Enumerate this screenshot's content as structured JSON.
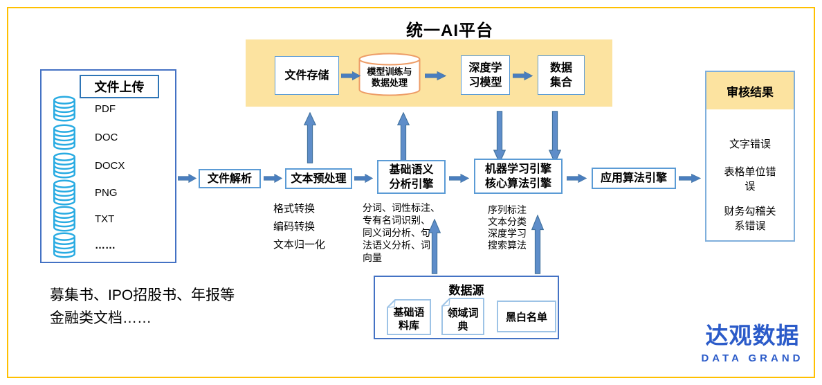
{
  "title": "统一AI平台",
  "platform": {
    "file_storage": "文件存储",
    "model_training": "模型训练与\n数据处理",
    "deep_learning": "深度学\n习模型",
    "data_collection": "数据\n集合"
  },
  "upload": {
    "title": "文件上传",
    "formats": [
      "PDF",
      "DOC",
      "DOCX",
      "PNG",
      "TXT",
      "……"
    ]
  },
  "flow": {
    "file_parse": "文件解析",
    "text_preprocess": "文本预处理",
    "semantic_engine": "基础语义\n分析引擎",
    "ml_engine": "机器学习引擎\n核心算法引擎",
    "app_engine": "应用算法引擎"
  },
  "notes": {
    "preprocess": "格式转换\n编码转换\n文本归一化",
    "semantic": "分词、词性标注、\n专有名词识别、\n同义词分析、句\n法语义分析、词\n向量",
    "ml": "序列标注\n文本分类\n深度学习\n搜索算法"
  },
  "datasource": {
    "title": "数据源",
    "items": [
      "基础语\n料库",
      "领域词\n典",
      "黑白名单"
    ]
  },
  "result": {
    "title": "审核结果",
    "items": [
      "文字错误",
      "表格单位错\n误",
      "财务勾稽关\n系错误"
    ]
  },
  "caption": "募集书、IPO招股书、年报等\n金融类文档……",
  "logo": {
    "cn": "达观数据",
    "en": "DATA GRAND"
  },
  "colors": {
    "gold": "#FFC000",
    "banner": "#FCE3A0",
    "border-blue": "#5B9BD5",
    "panel-blue": "#4472C4",
    "arrow": "#4A7EBE",
    "arrow-light": "#5E8DC9",
    "arrow-stroke": "#41719C",
    "cyan": "#29ABE2",
    "orange": "#ED9C66",
    "card-blue": "#9DC3E6",
    "result-border": "#7FAFDC",
    "logo-blue": "#2B5BC9"
  }
}
